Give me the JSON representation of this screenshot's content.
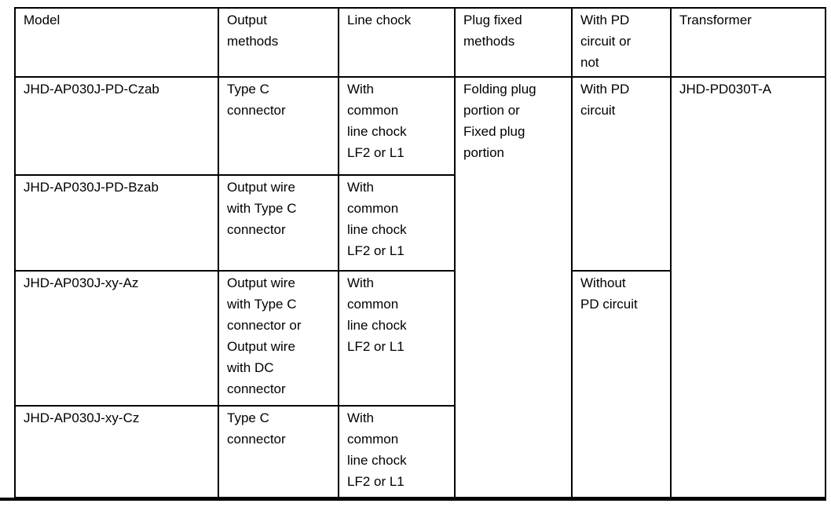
{
  "table": {
    "columns": [
      "Model",
      "Output methods",
      "Line chock",
      "Plug fixed methods",
      "With PD circuit or not",
      "Transformer"
    ],
    "rows": [
      {
        "model": "JHD-AP030J-PD-Czab",
        "output_method": "Type C connector",
        "line_chock": "With common line chock LF2 or L1"
      },
      {
        "model": "JHD-AP030J-PD-Bzab",
        "output_method": "Output wire with Type C connector",
        "line_chock": "With common line chock LF2 or L1"
      },
      {
        "model": "JHD-AP030J-xy-Az",
        "output_method": "Output wire with Type C connector or Output wire with DC connector",
        "line_chock": "With common line chock LF2 or L1"
      },
      {
        "model": "JHD-AP030J-xy-Cz",
        "output_method": "Type C connector",
        "line_chock": "With common line chock LF2 or L1"
      }
    ],
    "plug_fixed_method": "Folding plug portion or Fixed plug portion",
    "pd_circuit": {
      "with": "With PD circuit",
      "without": "Without PD circuit"
    },
    "transformer": "JHD-PD030T-A",
    "colors": {
      "border": "#000000",
      "text": "#000000",
      "background": "#ffffff"
    }
  }
}
